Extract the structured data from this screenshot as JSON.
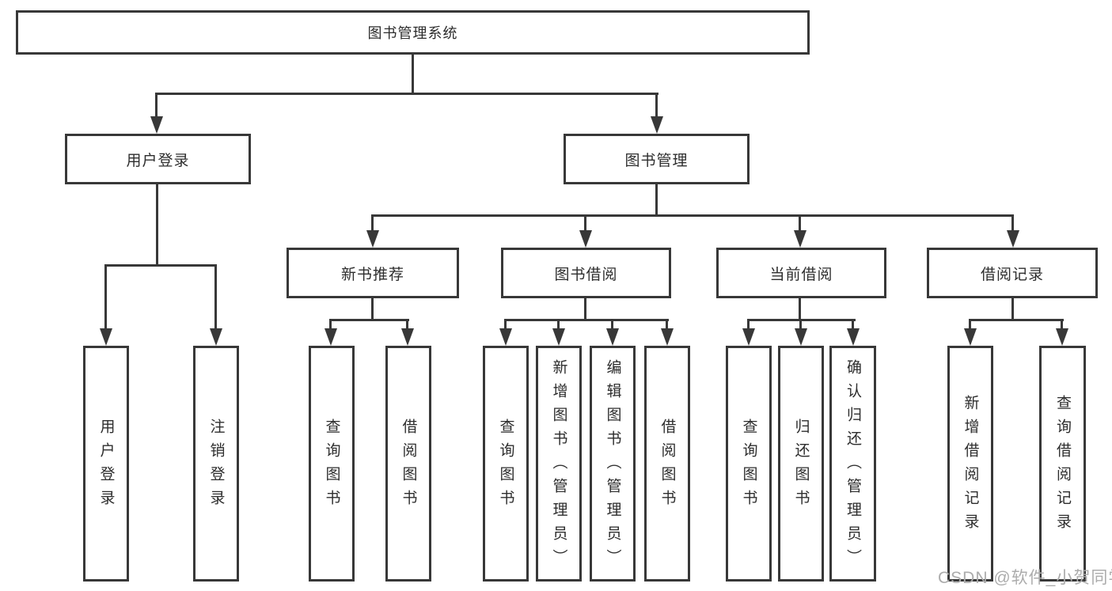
{
  "diagram": {
    "type": "hierarchy-tree",
    "tree": {
      "root": {
        "label": "图书管理系统"
      },
      "level2": [
        {
          "label": "用户登录"
        },
        {
          "label": "图书管理"
        }
      ],
      "level3": [
        {
          "label": "新书推荐"
        },
        {
          "label": "图书借阅"
        },
        {
          "label": "当前借阅"
        },
        {
          "label": "借阅记录"
        }
      ],
      "leaves": {
        "login": [
          {
            "label": "用户登录"
          },
          {
            "label": "注销登录"
          }
        ],
        "recommend": [
          {
            "label": "查询图书"
          },
          {
            "label": "借阅图书"
          }
        ],
        "borrow": [
          {
            "label": "查询图书"
          },
          {
            "label": "新增图书（管理员）"
          },
          {
            "label": "编辑图书（管理员）"
          },
          {
            "label": "借阅图书"
          }
        ],
        "current": [
          {
            "label": "查询图书"
          },
          {
            "label": "归还图书"
          },
          {
            "label": "确认归还（管理员）"
          }
        ],
        "records": [
          {
            "label": "新增借阅记录"
          },
          {
            "label": "查询借阅记录"
          }
        ]
      }
    },
    "colors": {
      "line": "#383838",
      "text": "#2d2d2d",
      "background": "#ffffff",
      "watermark": "#acacac"
    }
  },
  "watermark": {
    "text": "CSDN @软件_小贺同学"
  }
}
